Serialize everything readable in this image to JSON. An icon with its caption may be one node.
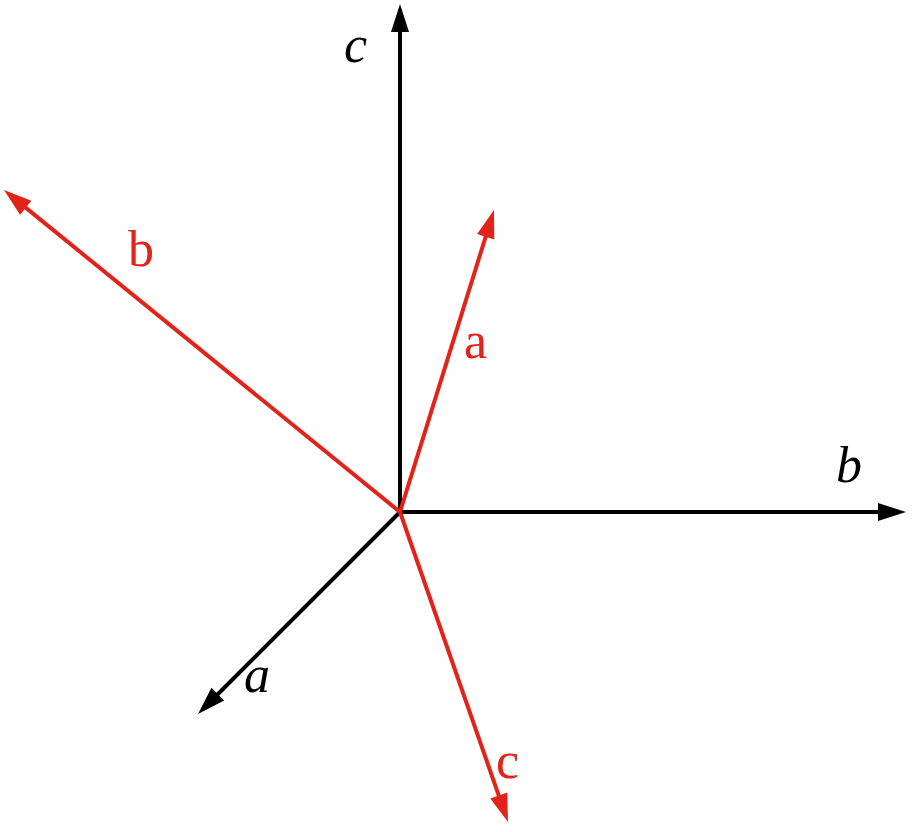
{
  "diagram": {
    "labels": [
      "c",
      "b",
      "a",
      "a",
      "b",
      "c"
    ]
  }
}
